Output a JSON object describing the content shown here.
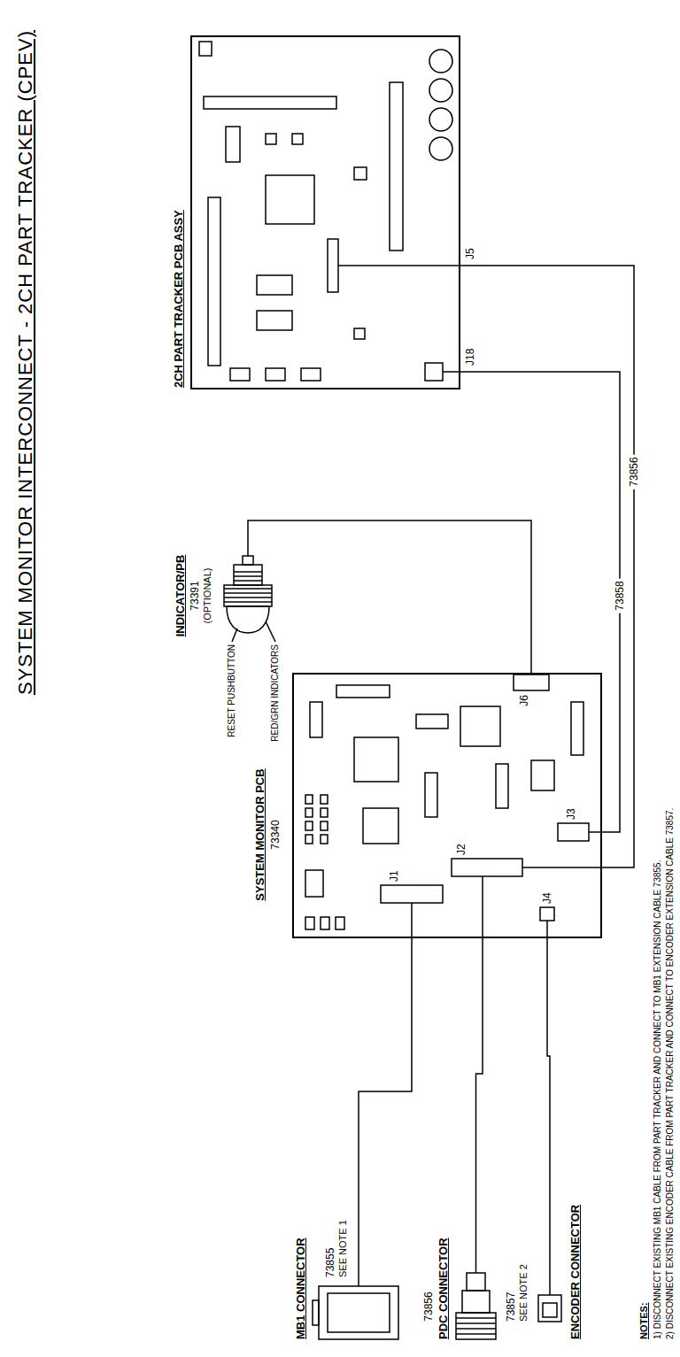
{
  "diagram": {
    "title": "SYSTEM MONITOR INTERCONNECT - 2CH PART TRACKER (CPEV)",
    "nodes": [
      {
        "text": [
          "2CH PART TRACKER PCB ASSY"
        ]
      },
      {
        "text": [
          "SYSTEM MONITOR PCB",
          "73340"
        ]
      },
      {
        "text": [
          "INDICATOR/PB",
          "73391",
          "(OPTIONAL)"
        ]
      },
      {
        "text": [
          "MB1 CONNECTOR",
          "73855",
          "SEE NOTE 1"
        ]
      },
      {
        "text": [
          "73856",
          "PDC CONNECTOR"
        ]
      },
      {
        "text": [
          "73857",
          "SEE NOTE 2",
          "ENCODER CONNECTOR"
        ]
      }
    ],
    "edges": [
      {
        "from": 3,
        "to": 1,
        "arrow": "none"
      },
      {
        "from": 4,
        "to": 1,
        "arrow": "none"
      },
      {
        "from": 5,
        "to": 1,
        "arrow": "none"
      },
      {
        "from": 2,
        "to": 1,
        "arrow": "none"
      },
      {
        "from": 1,
        "to": 0,
        "label": "73856",
        "arrow": "none"
      },
      {
        "from": 1,
        "to": 0,
        "label": "73858",
        "arrow": "none"
      }
    ],
    "labels": [
      "J1",
      "J2",
      "J4",
      "J3",
      "J6",
      "J5",
      "J18",
      "RESET PUSHBUTTON",
      "RED/GRN INDICATORS",
      "NOTES:",
      "1) DISCONNECT EXISTING MB1 CABLE FROM PART TRACKER AND CONNECT TO MB1 EXTENSION CABLE 73855.",
      "2) DISCONNECT EXISTING ENCODER CABLE FROM PART TRACKER AND CONNECT TO ENCODER EXTENSION CABLE 73857."
    ]
  }
}
